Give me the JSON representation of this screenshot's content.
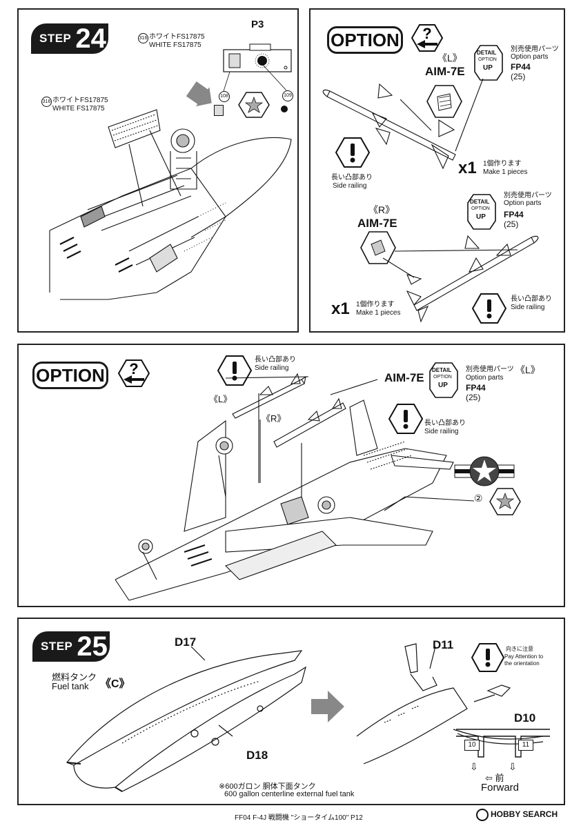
{
  "step24": {
    "label": "STEP",
    "number": "24",
    "part_sheet": "P3",
    "part_numbers": [
      "108",
      "109"
    ],
    "color_ref": "316",
    "color_jp_1": "ホワイトFS17875",
    "color_en_1": "WHITE FS17875",
    "color_jp_2": "ホワイトFS17875",
    "color_en_2": "WHITE FS17875"
  },
  "option_top": {
    "label": "OPTION",
    "detail_badge": [
      "DETAIL",
      "OPTION",
      "UP"
    ],
    "left": {
      "side": "《L》",
      "missile": "AIM-7E",
      "option_jp": "別売使用パーツ",
      "option_en": "Option parts",
      "part_code": "FP44",
      "part_num": "(25)",
      "qty": "x1",
      "make_jp": "1個作ります",
      "make_en": "Make 1 pieces",
      "warn_jp": "長い凸部あり",
      "warn_en": "Side railing"
    },
    "right": {
      "side": "《R》",
      "missile": "AIM-7E",
      "option_jp": "別売使用パーツ",
      "option_en": "Option parts",
      "part_code": "FP44",
      "part_num": "(25)",
      "qty": "x1",
      "make_jp": "1個作ります",
      "make_en": "Make 1 pieces",
      "warn_jp": "長い凸部あり",
      "warn_en": "Side railing"
    }
  },
  "option_mid": {
    "label": "OPTION",
    "missile": "AIM-7E",
    "side_l": "《L》",
    "side_r": "《R》",
    "option_jp": "別売使用パーツ",
    "option_en": "Option parts",
    "side_suffix": "《L》",
    "part_code": "FP44",
    "part_num": "(25)",
    "warn1_jp": "長い凸部あり",
    "warn1_en": "Side railing",
    "warn2_jp": "長い凸部あり",
    "warn2_en": "Side railing",
    "decal_num": "②"
  },
  "step25": {
    "label": "STEP",
    "number": "25",
    "fuel_jp": "燃料タンク",
    "fuel_code": "《C》",
    "fuel_en": "Fuel tank",
    "part_d17": "D17",
    "part_d18": "D18",
    "part_d11": "D11",
    "part_d10": "D10",
    "note_jp": "※600ガロン 胴体下面タンク",
    "note_en": "600 gallon centerline external fuel tank",
    "attention_jp": "向きに注意",
    "attention_en_1": "Pay Attention to",
    "attention_en_2": "the orientation",
    "slot_10": "10",
    "slot_11": "11",
    "forward_jp": "前",
    "forward_en": "Forward"
  },
  "footer": {
    "text": "FF04 F-4J 戦闘機 \"ショータイム100\" P12",
    "watermark": "HOBBY SEARCH"
  },
  "colors": {
    "ink": "#111111",
    "paper": "#ffffff",
    "line": "#222222",
    "shade": "#9a9a9a"
  }
}
